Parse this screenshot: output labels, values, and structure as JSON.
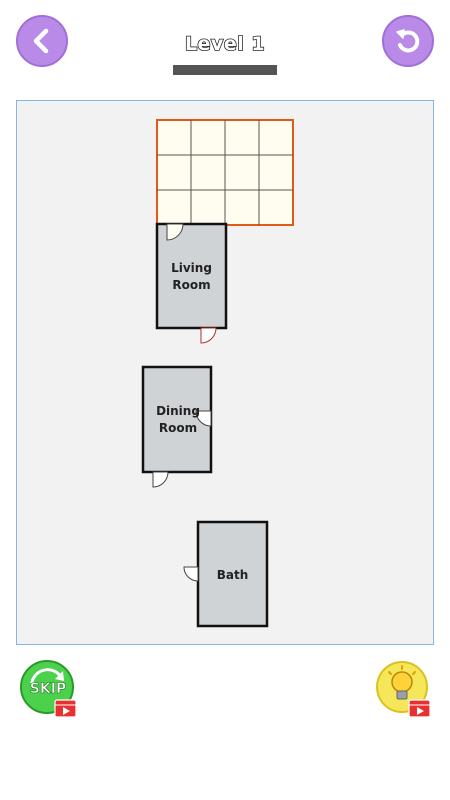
{
  "header": {
    "back_icon": "chevron-left-icon",
    "undo_icon": "undo-icon",
    "level_title": "Level 1",
    "accent_color": "#b98ae8"
  },
  "board": {
    "grid": {
      "columns": 4,
      "rows": 3,
      "border_color": "#e05a1a",
      "cell_color": "#fffdf0"
    },
    "rooms": [
      {
        "label_lines": [
          "Living",
          "Room"
        ]
      },
      {
        "label_lines": [
          "Dining",
          "Room"
        ]
      },
      {
        "label_lines": [
          "Bath"
        ]
      }
    ]
  },
  "footer": {
    "skip_label": "SKIP",
    "skip_icon": "skip-video-icon",
    "hint_icon": "lightbulb-hint-icon"
  }
}
